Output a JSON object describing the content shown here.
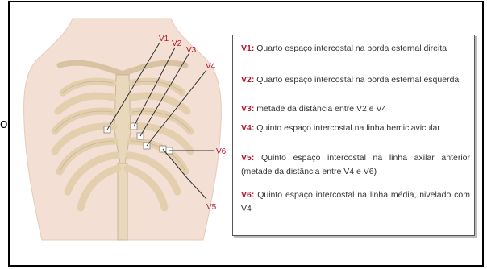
{
  "stray_text": "o",
  "diagram": {
    "lead_labels": [
      "V1",
      "V2",
      "V3",
      "V4",
      "V5",
      "V6"
    ]
  },
  "legend": {
    "entries": [
      {
        "code": "V1:",
        "text": "Quarto espaço intercostal na borda  esternal direita"
      },
      {
        "code": "V2:",
        "text": "Quarto espaço intercostal na borda esternal esquerda"
      },
      {
        "code": "V3:",
        "text": "metade da distância entre V2 e V4"
      },
      {
        "code": "V4:",
        "text": "Quinto espaço intercostal na linha hemiclavicular"
      },
      {
        "code": "V5:",
        "text": "Quinto espaço intercostal na linha axilar anterior (metade da distância  entre V4 e V6)"
      },
      {
        "code": "V6:",
        "text": "Quinto espaço intercostal na linha média, nivelado com V4"
      }
    ]
  },
  "colors": {
    "skin": "#f3dfd3",
    "bone": "#ead8bd",
    "bone_outline": "#c9b495",
    "label_red": "#b5172f",
    "electrode": "#ffffff"
  }
}
